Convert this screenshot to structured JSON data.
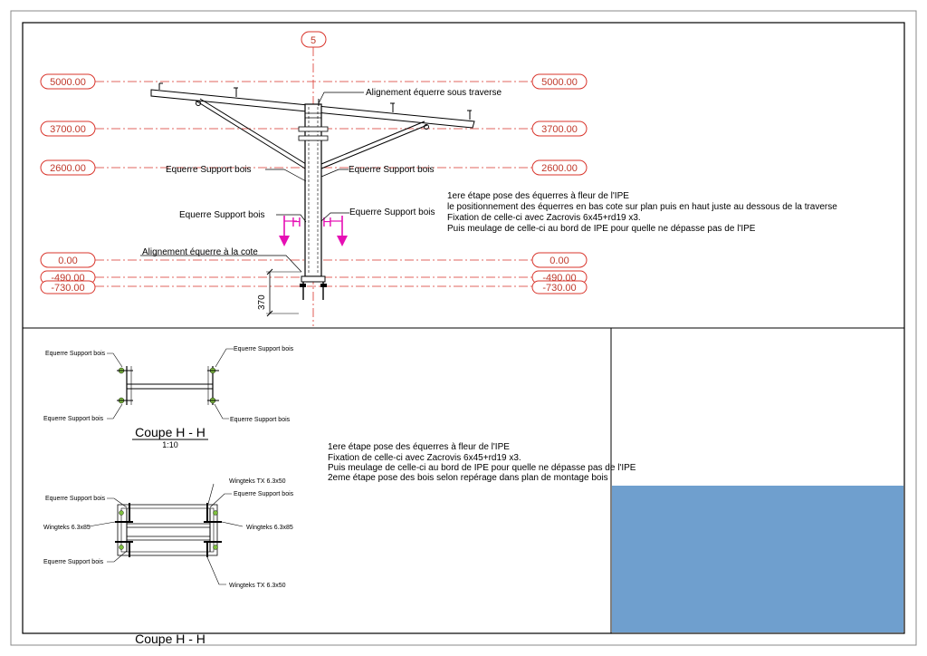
{
  "grid_label": "5",
  "levels": [
    {
      "label": "5000.00"
    },
    {
      "label": "3700.00"
    },
    {
      "label": "2600.00"
    },
    {
      "label": "0.00"
    },
    {
      "label": "-490.00"
    },
    {
      "label": "-730.00"
    }
  ],
  "elevation": {
    "annotations": [
      "Alignement équerre sous traverse",
      "Equerre Support bois",
      "Equerre Support bois",
      "Equerre Support bois",
      "Equerre Support bois",
      "Alignement équerre à la cote"
    ],
    "section_mark": "H",
    "dimension": "370",
    "notes": [
      "1ere étape pose des équerres à fleur de l'IPE",
      "le positionnement des équerres en bas cote sur plan puis en haut juste au dessous de la traverse",
      "Fixation de celle-ci avec Zacrovis 6x45+rd19 x3.",
      "Puis meulage de celle-ci au bord de IPE pour quelle ne dépasse pas de l'IPE"
    ]
  },
  "section1": {
    "labels": [
      "Equerre Support bois",
      "Equerre Support bois",
      "Equerre Support bois",
      "Equerre Support bois"
    ],
    "title": "Coupe H - H",
    "scale": "1:10"
  },
  "section2": {
    "labels": [
      "Equerre Support bois",
      "Equerre Support bois",
      "Wingteks TX 6.3x50",
      "Wingteks 6.3x85",
      "Wingteks 6.3x85",
      "Equerre Support bois",
      "Wingteks TX 6.3x50"
    ],
    "title": "Coupe H - H"
  },
  "lower_notes": [
    "1ere étape pose des équerres à fleur de l'IPE",
    "Fixation de celle-ci avec Zacrovis 6x45+rd19 x3.",
    "Puis meulage de celle-ci au bord de IPE pour quelle ne dépasse pas de l'IPE",
    "2eme étape pose des bois selon repérage dans plan de montage bois"
  ],
  "colors": {
    "level": "#c0392b",
    "section_mark": "#e60eb4",
    "title_block": "#6f9fce"
  }
}
